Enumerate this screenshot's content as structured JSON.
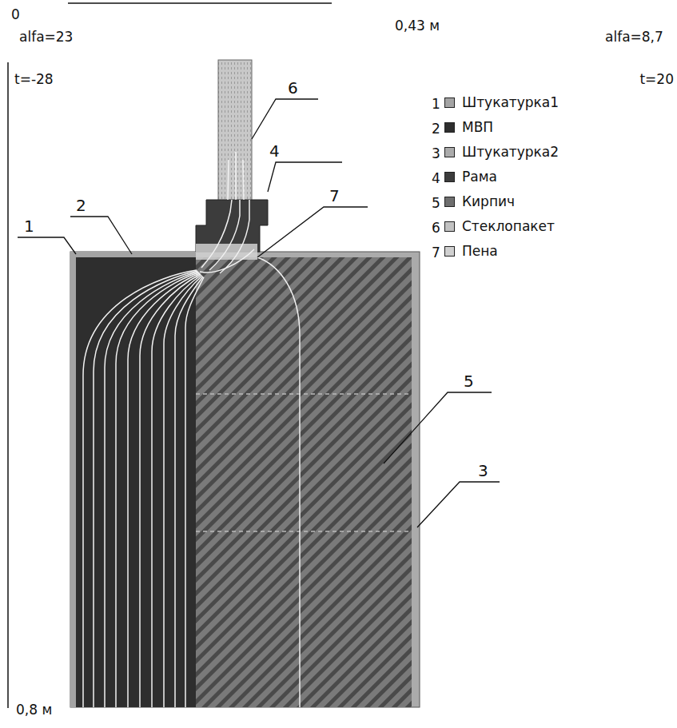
{
  "diagram": {
    "labels": [
      "0",
      "alfa=23",
      "0,43 м",
      "alfa=8,7",
      "t=-28",
      "t=20",
      "0,8 м",
      "6",
      "4",
      "1",
      "2",
      "7",
      "5",
      "3",
      "1",
      "2",
      "3",
      "4",
      "5",
      "6",
      "7"
    ],
    "legend": [
      {
        "text": "Штукатурка1",
        "color": "#a4a4a4"
      },
      {
        "text": "МВП",
        "color": "#2e2e2e"
      },
      {
        "text": "Штукатурка2",
        "color": "#ababab"
      },
      {
        "text": "Рама",
        "color": "#3c3c3c"
      },
      {
        "text": "Кирпич",
        "color": "#6e6e6e"
      },
      {
        "text": "Стеклопакет",
        "color": "#c2c2c2"
      },
      {
        "text": "Пена",
        "color": "#d0d0d0"
      }
    ]
  }
}
